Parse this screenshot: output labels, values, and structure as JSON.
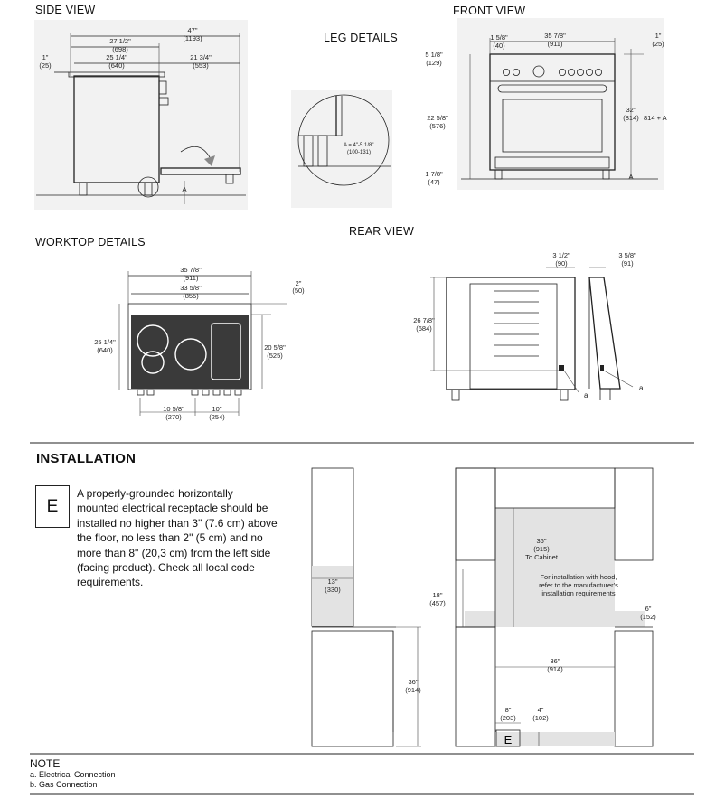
{
  "headings": {
    "side_view": "SIDE VIEW",
    "front_view": "FRONT VIEW",
    "leg_details": "LEG DETAILS",
    "worktop_details": "WORKTOP DETAILS",
    "rear_view": "REAR VIEW",
    "installation": "INSTALLATION"
  },
  "side_view": {
    "d_47": "47\"",
    "d_47_mm": "(1193)",
    "d_27": "27 1/2\"",
    "d_27_mm": "(698)",
    "d_25": "25 1/4\"",
    "d_25_mm": "(640)",
    "d_21": "21 3/4\"",
    "d_21_mm": "(553)",
    "d_1": "1\"",
    "d_1_mm": "(25)",
    "d_a": "A"
  },
  "leg_details": {
    "formula": "A = 4\"-5 1/8\"",
    "formula_mm": "(100-131)"
  },
  "front_view": {
    "d_w": "35 7/8\"",
    "d_w_mm": "(911)",
    "d_158": "1 5/8\"",
    "d_158_mm": "(40)",
    "d_1": "1\"",
    "d_1_mm": "(25)",
    "d_518": "5 1/8\"",
    "d_518_mm": "(129)",
    "d_2258": "22 5/8\"",
    "d_2258_mm": "(576)",
    "d_32": "32\"",
    "d_32_mm": "(814)",
    "d_32_plus": "814 + A",
    "d_178": "1 7/8\"",
    "d_178_mm": "(47)",
    "d_a": "A"
  },
  "worktop": {
    "d_w": "35 7/8\"",
    "d_w_mm": "(911)",
    "d_inner": "33 5/8\"",
    "d_inner_mm": "(855)",
    "d_2": "2\"",
    "d_2_mm": "(50)",
    "d_depth": "25 1/4\"",
    "d_depth_mm": "(640)",
    "d_2058": "20 5/8\"",
    "d_2058_mm": "(525)",
    "d_1058": "10 5/8\"",
    "d_1058_mm": "(270)",
    "d_10": "10\"",
    "d_10_mm": "(254)"
  },
  "rear_view": {
    "d_312": "3 1/2\"",
    "d_312_mm": "(90)",
    "d_358": "3 5/8\"",
    "d_358_mm": "(91)",
    "d_h": "26 7/8\"",
    "d_h_mm": "(684)",
    "label_a": "a"
  },
  "installation": {
    "badge": "E",
    "text_lines": [
      "A properly-grounded horizontally",
      "mounted electrical receptacle should be",
      "installed no higher than 3\" (7.6 cm) above",
      "the floor, no less than 2\" (5 cm) and no",
      "more than 8\" (20,3 cm) from the left side",
      "(facing product). Check all local code",
      "requirements."
    ],
    "side": {
      "d_13": "13\"",
      "d_13_mm": "(330)",
      "d_36": "36\"",
      "d_36_mm": "(914)"
    },
    "front": {
      "d_36c": "36\"",
      "d_36c_mm": "(915)",
      "to_cabinet": "To Cabinet",
      "hood_note": [
        "For installation with hood,",
        "refer to the manufacturer's",
        "installation requirements"
      ],
      "d_18": "18\"",
      "d_18_mm": "(457)",
      "d_6": "6\"",
      "d_6_mm": "(152)",
      "d_36w": "36\"",
      "d_36w_mm": "(914)",
      "d_8": "8\"",
      "d_8_mm": "(203)",
      "d_4": "4\"",
      "d_4_mm": "(102)",
      "badge": "E"
    }
  },
  "note": {
    "title": "NOTE",
    "items": [
      "a. Electrical Connection",
      "b. Gas Connection"
    ]
  }
}
